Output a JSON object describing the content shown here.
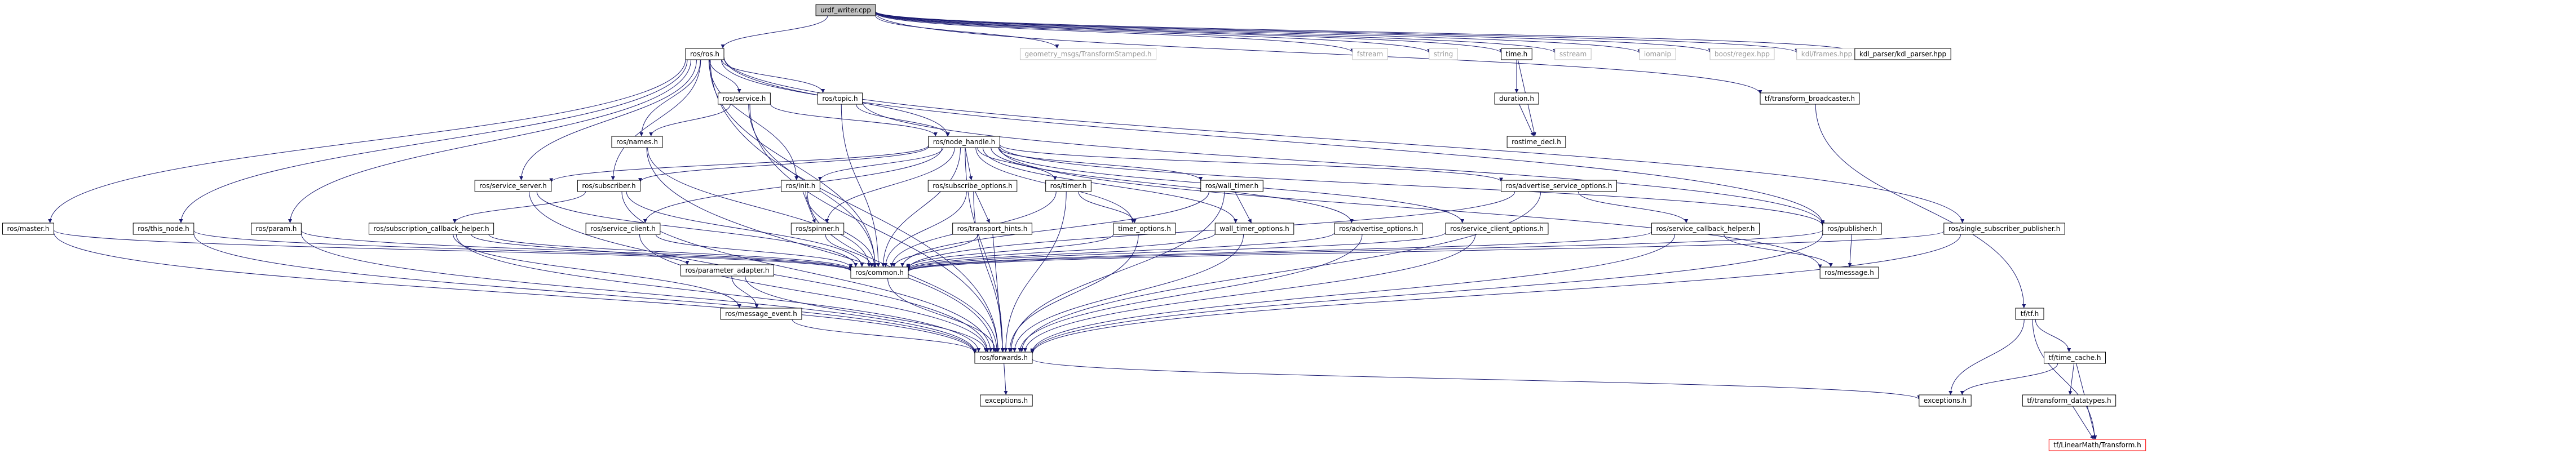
{
  "diagram": {
    "nodes": [
      {
        "id": "root",
        "label": "urdf_writer.cpp",
        "kind": "root"
      },
      {
        "id": "ros_ros",
        "label": "ros/ros.h",
        "kind": "normal"
      },
      {
        "id": "geom",
        "label": "geometry_msgs/TransformStamped.h",
        "kind": "external"
      },
      {
        "id": "fstream",
        "label": "fstream",
        "kind": "external"
      },
      {
        "id": "string",
        "label": "string",
        "kind": "external"
      },
      {
        "id": "time",
        "label": "time.h",
        "kind": "normal"
      },
      {
        "id": "sstream",
        "label": "sstream",
        "kind": "external"
      },
      {
        "id": "iomanip",
        "label": "iomanip",
        "kind": "external"
      },
      {
        "id": "boostregex",
        "label": "boost/regex.hpp",
        "kind": "external"
      },
      {
        "id": "kdlframes",
        "label": "kdl/frames.hpp",
        "kind": "external"
      },
      {
        "id": "kdlparser",
        "label": "kdl_parser/kdl_parser.hpp",
        "kind": "normal"
      },
      {
        "id": "tfbroad",
        "label": "tf/transform_broadcaster.h",
        "kind": "normal"
      },
      {
        "id": "duration",
        "label": "duration.h",
        "kind": "normal"
      },
      {
        "id": "rostimedecl",
        "label": "rostime_decl.h",
        "kind": "normal"
      },
      {
        "id": "service",
        "label": "ros/service.h",
        "kind": "normal"
      },
      {
        "id": "topic",
        "label": "ros/topic.h",
        "kind": "normal"
      },
      {
        "id": "names",
        "label": "ros/names.h",
        "kind": "normal"
      },
      {
        "id": "nodehandle",
        "label": "ros/node_handle.h",
        "kind": "normal"
      },
      {
        "id": "master",
        "label": "ros/master.h",
        "kind": "normal"
      },
      {
        "id": "thisnode",
        "label": "ros/this_node.h",
        "kind": "normal"
      },
      {
        "id": "param",
        "label": "ros/param.h",
        "kind": "normal"
      },
      {
        "id": "subhelper",
        "label": "ros/subscription_callback_helper.h",
        "kind": "normal"
      },
      {
        "id": "servserver",
        "label": "ros/service_server.h",
        "kind": "normal"
      },
      {
        "id": "subscriber",
        "label": "ros/subscriber.h",
        "kind": "normal"
      },
      {
        "id": "servclient",
        "label": "ros/service_client.h",
        "kind": "normal"
      },
      {
        "id": "init",
        "label": "ros/init.h",
        "kind": "normal"
      },
      {
        "id": "spinner",
        "label": "ros/spinner.h",
        "kind": "normal"
      },
      {
        "id": "subopts",
        "label": "ros/subscribe_options.h",
        "kind": "normal"
      },
      {
        "id": "transhints",
        "label": "ros/transport_hints.h",
        "kind": "normal"
      },
      {
        "id": "timer",
        "label": "ros/timer.h",
        "kind": "normal"
      },
      {
        "id": "timeropts",
        "label": "timer_options.h",
        "kind": "normal"
      },
      {
        "id": "walltimer",
        "label": "ros/wall_timer.h",
        "kind": "normal"
      },
      {
        "id": "walltimeropts",
        "label": "wall_timer_options.h",
        "kind": "normal"
      },
      {
        "id": "advopts",
        "label": "ros/advertise_options.h",
        "kind": "normal"
      },
      {
        "id": "servclientopts",
        "label": "ros/service_client_options.h",
        "kind": "normal"
      },
      {
        "id": "advservopts",
        "label": "ros/advertise_service_options.h",
        "kind": "normal"
      },
      {
        "id": "servcbhelper",
        "label": "ros/service_callback_helper.h",
        "kind": "normal"
      },
      {
        "id": "publisher",
        "label": "ros/publisher.h",
        "kind": "normal"
      },
      {
        "id": "single",
        "label": "ros/single_subscriber_publisher.h",
        "kind": "normal"
      },
      {
        "id": "paramadapter",
        "label": "ros/parameter_adapter.h",
        "kind": "normal"
      },
      {
        "id": "common",
        "label": "ros/common.h",
        "kind": "normal"
      },
      {
        "id": "message",
        "label": "ros/message.h",
        "kind": "normal"
      },
      {
        "id": "msgevent",
        "label": "ros/message_event.h",
        "kind": "normal"
      },
      {
        "id": "forwards",
        "label": "ros/forwards.h",
        "kind": "normal"
      },
      {
        "id": "exceptions",
        "label": "exceptions.h",
        "kind": "normal"
      },
      {
        "id": "exceptions2",
        "label": "exceptions.h",
        "kind": "normal"
      },
      {
        "id": "tftf",
        "label": "tf/tf.h",
        "kind": "normal"
      },
      {
        "id": "timecache",
        "label": "tf/time_cache.h",
        "kind": "normal"
      },
      {
        "id": "datatypes",
        "label": "tf/transform_datatypes.h",
        "kind": "normal"
      },
      {
        "id": "linearmath",
        "label": "tf/LinearMath/Transform.h",
        "kind": "missing"
      }
    ],
    "edges": [
      [
        "root",
        "ros_ros"
      ],
      [
        "root",
        "geom"
      ],
      [
        "root",
        "fstream"
      ],
      [
        "root",
        "string"
      ],
      [
        "root",
        "time"
      ],
      [
        "root",
        "sstream"
      ],
      [
        "root",
        "iomanip"
      ],
      [
        "root",
        "boostregex"
      ],
      [
        "root",
        "kdlframes"
      ],
      [
        "root",
        "kdlparser"
      ],
      [
        "root",
        "tfbroad"
      ],
      [
        "time",
        "duration"
      ],
      [
        "time",
        "rostimedecl"
      ],
      [
        "duration",
        "rostimedecl"
      ],
      [
        "ros_ros",
        "service"
      ],
      [
        "ros_ros",
        "topic"
      ],
      [
        "ros_ros",
        "names"
      ],
      [
        "ros_ros",
        "nodehandle"
      ],
      [
        "ros_ros",
        "master"
      ],
      [
        "ros_ros",
        "thisnode"
      ],
      [
        "ros_ros",
        "param"
      ],
      [
        "ros_ros",
        "servserver"
      ],
      [
        "ros_ros",
        "subscriber"
      ],
      [
        "ros_ros",
        "init"
      ],
      [
        "ros_ros",
        "publisher"
      ],
      [
        "ros_ros",
        "single"
      ],
      [
        "ros_ros",
        "common"
      ],
      [
        "ros_ros",
        "forwards"
      ],
      [
        "service",
        "names"
      ],
      [
        "service",
        "nodehandle"
      ],
      [
        "service",
        "common"
      ],
      [
        "service",
        "forwards"
      ],
      [
        "topic",
        "nodehandle"
      ],
      [
        "topic",
        "common"
      ],
      [
        "topic",
        "publisher"
      ],
      [
        "names",
        "forwards"
      ],
      [
        "names",
        "common"
      ],
      [
        "nodehandle",
        "servserver"
      ],
      [
        "nodehandle",
        "subscriber"
      ],
      [
        "nodehandle",
        "servclient"
      ],
      [
        "nodehandle",
        "init"
      ],
      [
        "nodehandle",
        "spinner"
      ],
      [
        "nodehandle",
        "subopts"
      ],
      [
        "nodehandle",
        "timer"
      ],
      [
        "nodehandle",
        "timeropts"
      ],
      [
        "nodehandle",
        "walltimer"
      ],
      [
        "nodehandle",
        "walltimeropts"
      ],
      [
        "nodehandle",
        "advopts"
      ],
      [
        "nodehandle",
        "servclientopts"
      ],
      [
        "nodehandle",
        "advservopts"
      ],
      [
        "nodehandle",
        "publisher"
      ],
      [
        "nodehandle",
        "forwards"
      ],
      [
        "nodehandle",
        "common"
      ],
      [
        "nodehandle",
        "message"
      ],
      [
        "master",
        "forwards"
      ],
      [
        "master",
        "common"
      ],
      [
        "thisnode",
        "forwards"
      ],
      [
        "thisnode",
        "common"
      ],
      [
        "param",
        "forwards"
      ],
      [
        "param",
        "common"
      ],
      [
        "servserver",
        "forwards"
      ],
      [
        "servserver",
        "common"
      ],
      [
        "subscriber",
        "forwards"
      ],
      [
        "subscriber",
        "common"
      ],
      [
        "subscriber",
        "subhelper"
      ],
      [
        "subhelper",
        "forwards"
      ],
      [
        "subhelper",
        "common"
      ],
      [
        "subhelper",
        "paramadapter"
      ],
      [
        "subhelper",
        "msgevent"
      ],
      [
        "servclient",
        "forwards"
      ],
      [
        "servclient",
        "common"
      ],
      [
        "init",
        "forwards"
      ],
      [
        "init",
        "common"
      ],
      [
        "init",
        "spinner"
      ],
      [
        "spinner",
        "common"
      ],
      [
        "subopts",
        "transhints"
      ],
      [
        "subopts",
        "common"
      ],
      [
        "subopts",
        "forwards"
      ],
      [
        "transhints",
        "common"
      ],
      [
        "transhints",
        "forwards"
      ],
      [
        "timer",
        "timeropts"
      ],
      [
        "timer",
        "common"
      ],
      [
        "timer",
        "forwards"
      ],
      [
        "timeropts",
        "common"
      ],
      [
        "timeropts",
        "forwards"
      ],
      [
        "walltimer",
        "walltimeropts"
      ],
      [
        "walltimer",
        "common"
      ],
      [
        "walltimer",
        "forwards"
      ],
      [
        "walltimeropts",
        "common"
      ],
      [
        "walltimeropts",
        "forwards"
      ],
      [
        "advopts",
        "common"
      ],
      [
        "advopts",
        "forwards"
      ],
      [
        "servclientopts",
        "common"
      ],
      [
        "servclientopts",
        "forwards"
      ],
      [
        "advservopts",
        "servcbhelper"
      ],
      [
        "advservopts",
        "common"
      ],
      [
        "advservopts",
        "forwards"
      ],
      [
        "servcbhelper",
        "common"
      ],
      [
        "servcbhelper",
        "forwards"
      ],
      [
        "servcbhelper",
        "message"
      ],
      [
        "publisher",
        "common"
      ],
      [
        "publisher",
        "forwards"
      ],
      [
        "publisher",
        "message"
      ],
      [
        "single",
        "common"
      ],
      [
        "single",
        "forwards"
      ],
      [
        "paramadapter",
        "forwards"
      ],
      [
        "paramadapter",
        "msgevent"
      ],
      [
        "common",
        "forwards"
      ],
      [
        "msgevent",
        "forwards"
      ],
      [
        "forwards",
        "exceptions"
      ],
      [
        "forwards",
        "exceptions2"
      ],
      [
        "tfbroad",
        "tftf"
      ],
      [
        "tftf",
        "exceptions2"
      ],
      [
        "tftf",
        "timecache"
      ],
      [
        "tftf",
        "linearmath"
      ],
      [
        "timecache",
        "exceptions2"
      ],
      [
        "timecache",
        "datatypes"
      ],
      [
        "timecache",
        "linearmath"
      ],
      [
        "datatypes",
        "linearmath"
      ]
    ]
  }
}
